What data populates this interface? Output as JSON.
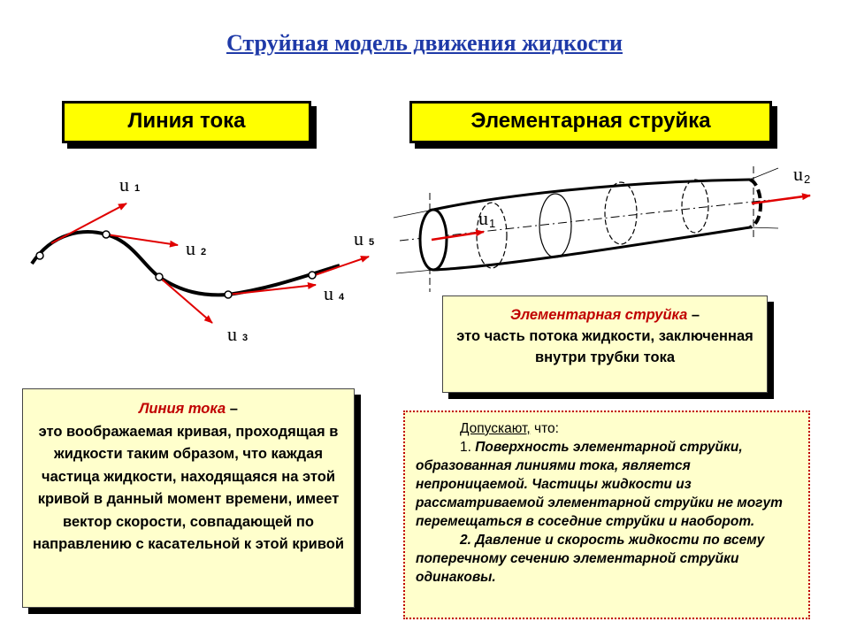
{
  "title": "Струйная модель движения жидкости",
  "box_streamline": "Линия тока",
  "box_tube": "Элементарная струйка",
  "streamline_labels": {
    "u1": {
      "letter": "u",
      "index": "1"
    },
    "u2": {
      "letter": "u",
      "index": "2"
    },
    "u3": {
      "letter": "u",
      "index": "3"
    },
    "u4": {
      "letter": "u",
      "index": "4"
    },
    "u5": {
      "letter": "u",
      "index": "5"
    }
  },
  "tube_labels": {
    "u1": {
      "letter": "u",
      "index": "1"
    },
    "u2": {
      "letter": "u",
      "index": "2"
    }
  },
  "tube_definition": {
    "term": "Элементарная струйка",
    "dash": " –",
    "text": "это  часть потока жидкости, заключенная внутри трубки тока"
  },
  "streamline_definition": {
    "term": "Линия тока",
    "dash": " –",
    "text": "это воображаемая кривая, проходящая в жидкости таким образом, что каждая частица жидкости, находящаяся на этой кривой в данный момент времени, имеет вектор скорости, совпадающей по направлению с касательной к этой кривой"
  },
  "assumptions": {
    "lead": "Допускают,",
    "lead_rest": " что:",
    "item1_num": "1.",
    "item1": " Поверхность элементарной струйки, образованная линиями тока, является непроницаемой. Частицы жидкости из рассматриваемой элементарной струйки не могут перемещаться в соседние струйки и наоборот.",
    "item2_num": "2.",
    "item2": " Давление и скорость жидкости по всему поперечному сечению элементарной струйки одинаковы."
  },
  "colors": {
    "title": "#1f3aa8",
    "label_box": "#ffff00",
    "definition_box": "#ffffcc",
    "vector": "#e00000",
    "term": "#c00000"
  }
}
